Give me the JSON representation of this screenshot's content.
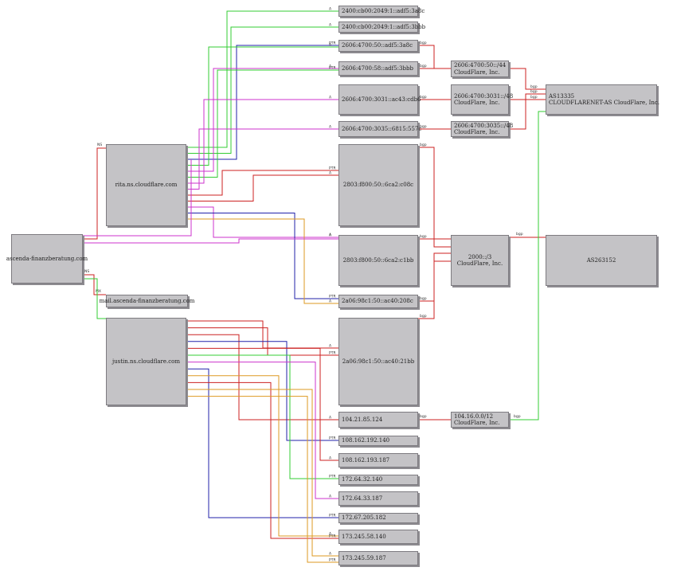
{
  "domain": "dns-graph",
  "nodes": {
    "root": "ascenda-finanzberatung.com",
    "ns1": "rita.ns.cloudflare.com",
    "ns2": "justin.ns.cloudflare.com",
    "mx": "mail.ascenda-finanzberatung.com",
    "ip6_1": "2400:cb00:2049:1::adf5:3a8c",
    "ip6_2": "2400:cb00:2049:1::adf5:3bbb",
    "ip6_3": "2606:4700:50::adf5:3a8c",
    "ip6_4": "2606:4700:58::adf5:3bbb",
    "ip6_5": "2606:4700:3031::ac43:cdb6",
    "ip6_6": "2606:4700:3035::6815:557c",
    "ip6_7": "2803:f800:50::6ca2:c08c",
    "ip6_8": "2803:f800:50::6ca2:c1bb",
    "ip6_9": "2a06:98c1:50::ac40:208c",
    "ip6_10": "2a06:98c1:50::ac40:21bb",
    "ip4_1": "104.21.85.124",
    "ip4_2": "108.162.192.140",
    "ip4_3": "108.162.193.187",
    "ip4_4": "172.64.32.140",
    "ip4_5": "172.64.33.187",
    "ip4_6": "172.67.205.182",
    "ip4_7": "173.245.58.140",
    "ip4_8": "173.245.59.187",
    "pfx_1": "2606:4700:50::/44\nCloudFlare, Inc.",
    "pfx_2": "2606:4700:3031::/48\nCloudFlare, Inc.",
    "pfx_3": "2606:4700:3035::/48\nCloudFlare, Inc.",
    "pfx_4": "2000::/3\nCloudFlare, Inc.",
    "pfx_5": "104.16.0.0/12\nCloudFlare, Inc.",
    "as1": "AS13335\nCLOUDFLARENET-AS CloudFlare, Inc.",
    "as2": "AS263152"
  },
  "edge_labels": {
    "a": "A",
    "ptr": "PTR",
    "ns": "NS",
    "mx": "MX",
    "bgp": "bgp"
  },
  "colors": {
    "node_fill": "#c4c3c6",
    "node_border": "#7d7b80",
    "a_green": "#33cc33",
    "ns_blue": "#2222aa",
    "mx_red": "#cc2222",
    "ptr_magenta": "#cc33cc",
    "bgp_red": "#cc2222",
    "orange": "#dd9922",
    "purple": "#9966cc"
  }
}
